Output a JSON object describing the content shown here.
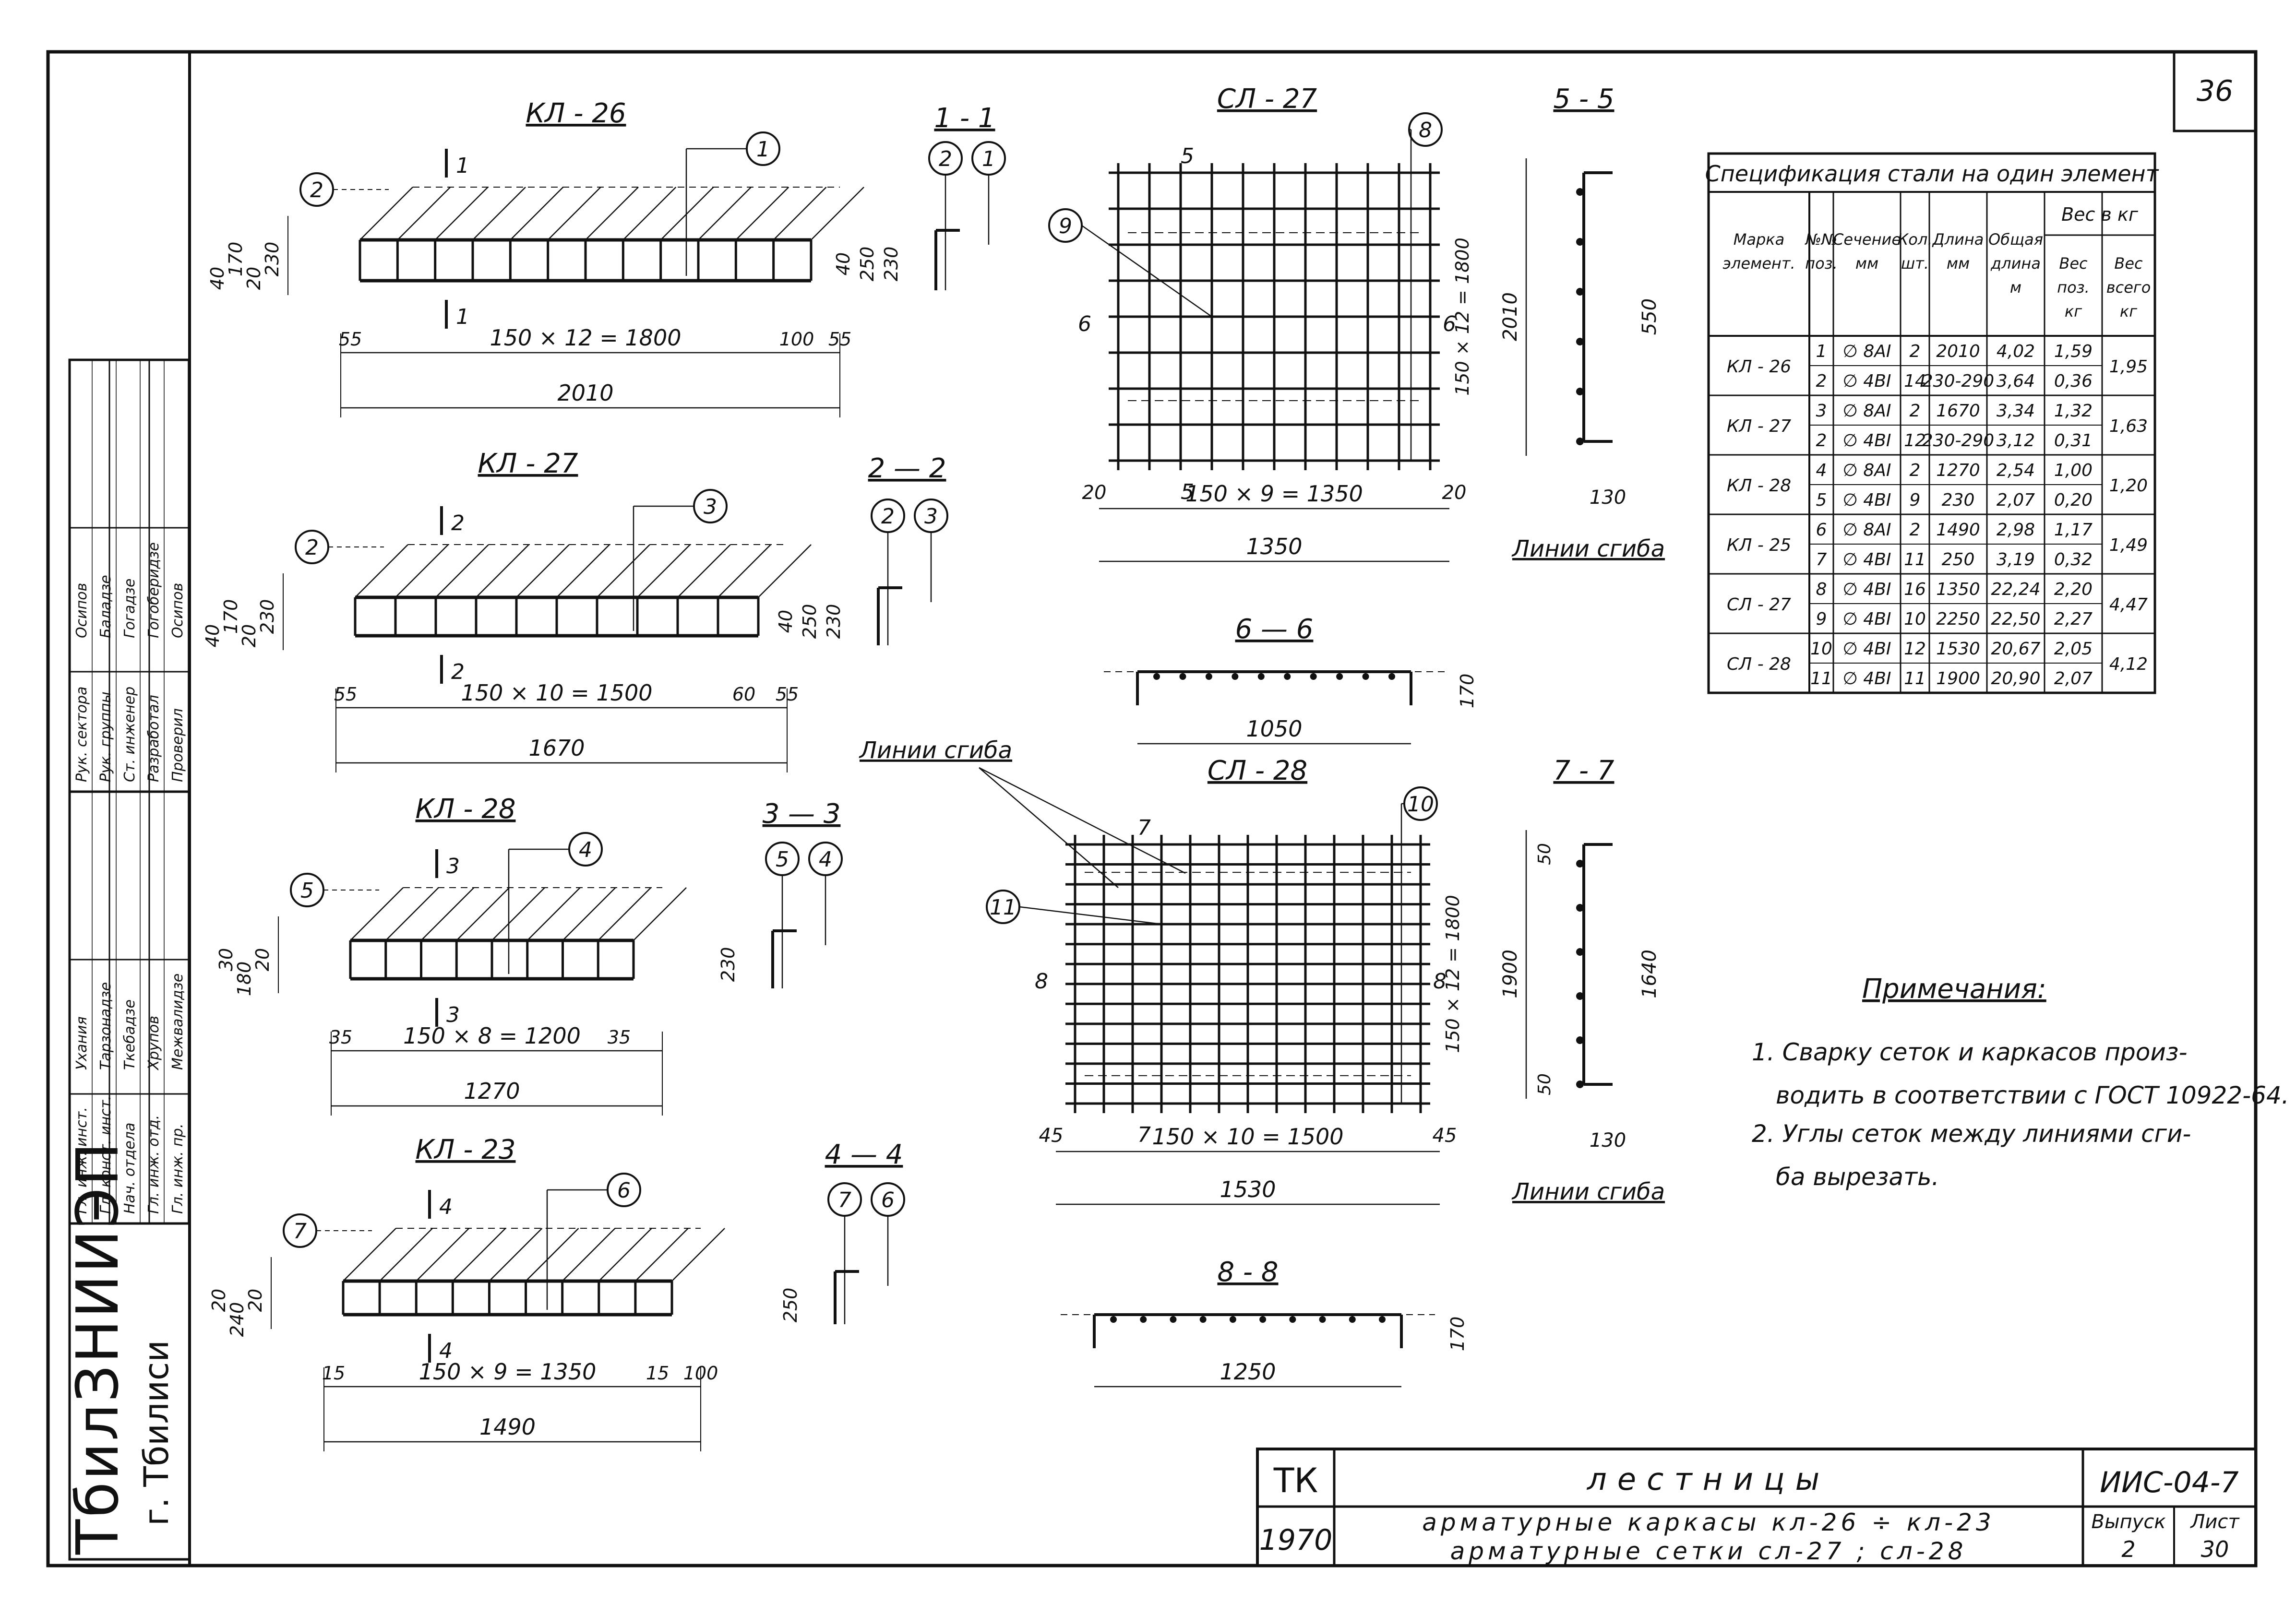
{
  "sheet": {
    "sheet_number": "36",
    "title": "лестницы",
    "subtitle_line1": "арматурные каркасы кл-26 ÷ кл-23",
    "subtitle_line2": "арматурные сетки сл-27 ; сл-28",
    "code": "ТК",
    "year": "1970",
    "series": "ИИС-04-7",
    "issue_label": "Выпуск",
    "issue": "2",
    "sheet_label": "Лист",
    "sheet_no": "30"
  },
  "institute": {
    "name": "ТбилЗНИИЭП",
    "city": "г. Тбилиси"
  },
  "signatures": [
    {
      "role": "Гл. инж. инст.",
      "name": "Ухания"
    },
    {
      "role": "Гл. конст. инст.",
      "name": "Тарзонадзе"
    },
    {
      "role": "Нач. отдела",
      "name": "Ткебадзе"
    },
    {
      "role": "Гл. инж. отд.",
      "name": "Хрупов"
    },
    {
      "role": "Гл. инж. пр.",
      "name": "Межвалидзе"
    },
    {
      "role": "Рук. сектора",
      "name": "Осипов"
    },
    {
      "role": "Рук. группы",
      "name": "Баладзе"
    },
    {
      "role": "Ст. инженер",
      "name": "Гогадзе"
    },
    {
      "role": "Разработал",
      "name": "Гогоберидзе"
    },
    {
      "role": "Проверил",
      "name": "Осипов"
    }
  ],
  "frames": [
    {
      "id": "kl26",
      "title": "КЛ - 26",
      "section": "1 - 1",
      "cut": "1",
      "bars": [
        "2",
        "1"
      ],
      "spacing": "150 × 12 = 1800",
      "end_left": "55",
      "end_right": "100",
      "end_far": "55",
      "total": "2010",
      "dims": [
        "230",
        "20",
        "170",
        "40"
      ],
      "sec_dims": [
        "230",
        "250",
        "40"
      ]
    },
    {
      "id": "kl27",
      "title": "КЛ - 27",
      "section": "2 — 2",
      "cut": "2",
      "bars": [
        "2",
        "3"
      ],
      "spacing": "150 × 10 = 1500",
      "end_left": "55",
      "end_right": "60",
      "end_far": "55",
      "total": "1670",
      "dims": [
        "230",
        "20",
        "170",
        "40"
      ],
      "sec_dims": [
        "230",
        "250",
        "40"
      ]
    },
    {
      "id": "kl28",
      "title": "КЛ - 28",
      "section": "3 — 3",
      "cut": "3",
      "bars": [
        "5",
        "4"
      ],
      "spacing": "150 × 8 = 1200",
      "end_left": "35",
      "end_right": "35",
      "end_far": "",
      "total": "1270",
      "dims": [
        "20",
        "180",
        "30"
      ],
      "sec_dims": [
        "230"
      ]
    },
    {
      "id": "kl23",
      "title": "КЛ - 23",
      "section": "4 — 4",
      "cut": "4",
      "bars": [
        "7",
        "6"
      ],
      "spacing": "150 × 9 = 1350",
      "end_left": "15",
      "end_right": "15",
      "end_far": "100",
      "total": "1490",
      "dims": [
        "20",
        "240",
        "20"
      ],
      "sec_dims": [
        "250"
      ]
    }
  ],
  "meshes": [
    {
      "id": "sl27",
      "title": "СЛ - 27",
      "section": "5 - 5",
      "cut_a": "5",
      "cut_b": "6",
      "bars": [
        "8",
        "9"
      ],
      "spacing_x": "150 × 9 = 1350",
      "edge_left": "20",
      "edge_right": "20",
      "total_x": "1350",
      "vdim": "150 × 12 = 1800",
      "vtotal": "2010",
      "section_total": "550",
      "bend": "130",
      "bend_label": "Линии сгиба",
      "section2": "6 — 6",
      "section2_dim": "1050",
      "section2_h": "170"
    },
    {
      "id": "sl28",
      "title": "СЛ - 28",
      "section": "7 - 7",
      "cut_a": "7",
      "cut_b": "8",
      "bars": [
        "10",
        "11"
      ],
      "spacing_x": "150 × 10 = 1500",
      "edge_left": "45",
      "edge_right": "45",
      "total_x": "1530",
      "vdim": "150 × 12 = 1800",
      "vtotal": "1900",
      "section_total": "1640",
      "edge_top": "50",
      "edge_bot": "50",
      "bend": "130",
      "bend_label": "Линии сгиба",
      "section2": "8 - 8",
      "section2_dim": "1250",
      "section2_h": "170"
    }
  ],
  "spec": {
    "title": "Спецификация стали на один элемент",
    "headers": [
      "Марка элемент.",
      "№№ поз.",
      "Сечение мм",
      "Кол. шт.",
      "Длина мм",
      "Общая длина м",
      "Вес поз. кг",
      "Вес всего кг"
    ],
    "header_group": "Вес в кг",
    "rows": [
      {
        "element": "КЛ - 26",
        "pos": "1",
        "sect": "∅ 8АI",
        "qty": "2",
        "len": "2010",
        "tot_len": "4,02",
        "w": "1,59",
        "total": "1,95"
      },
      {
        "element": "",
        "pos": "2",
        "sect": "∅ 4ВI",
        "qty": "14",
        "len": "230-290",
        "tot_len": "3,64",
        "w": "0,36",
        "total": ""
      },
      {
        "element": "КЛ - 27",
        "pos": "3",
        "sect": "∅ 8АI",
        "qty": "2",
        "len": "1670",
        "tot_len": "3,34",
        "w": "1,32",
        "total": "1,63"
      },
      {
        "element": "",
        "pos": "2",
        "sect": "∅ 4ВI",
        "qty": "12",
        "len": "230-290",
        "tot_len": "3,12",
        "w": "0,31",
        "total": ""
      },
      {
        "element": "КЛ - 28",
        "pos": "4",
        "sect": "∅ 8АI",
        "qty": "2",
        "len": "1270",
        "tot_len": "2,54",
        "w": "1,00",
        "total": "1,20"
      },
      {
        "element": "",
        "pos": "5",
        "sect": "∅ 4ВI",
        "qty": "9",
        "len": "230",
        "tot_len": "2,07",
        "w": "0,20",
        "total": ""
      },
      {
        "element": "КЛ - 25",
        "pos": "6",
        "sect": "∅ 8АI",
        "qty": "2",
        "len": "1490",
        "tot_len": "2,98",
        "w": "1,17",
        "total": "1,49"
      },
      {
        "element": "",
        "pos": "7",
        "sect": "∅ 4ВI",
        "qty": "11",
        "len": "250",
        "tot_len": "3,19",
        "w": "0,32",
        "total": ""
      },
      {
        "element": "СЛ - 27",
        "pos": "8",
        "sect": "∅ 4ВI",
        "qty": "16",
        "len": "1350",
        "tot_len": "22,24",
        "w": "2,20",
        "total": "4,47"
      },
      {
        "element": "",
        "pos": "9",
        "sect": "∅ 4ВI",
        "qty": "10",
        "len": "2250",
        "tot_len": "22,50",
        "w": "2,27",
        "total": ""
      },
      {
        "element": "СЛ - 28",
        "pos": "10",
        "sect": "∅ 4ВI",
        "qty": "12",
        "len": "1530",
        "tot_len": "20,67",
        "w": "2,05",
        "total": "4,12"
      },
      {
        "element": "",
        "pos": "11",
        "sect": "∅ 4ВI",
        "qty": "11",
        "len": "1900",
        "tot_len": "20,90",
        "w": "2,07",
        "total": ""
      }
    ]
  },
  "notes": {
    "title": "Примечания:",
    "line1": "1. Сварку сеток и каркасов произ-",
    "line2": "водить в соответствии с ГОСТ 10922-64.",
    "line3": "2. Углы сеток между линиями сги-",
    "line4": "ба вырезать."
  }
}
